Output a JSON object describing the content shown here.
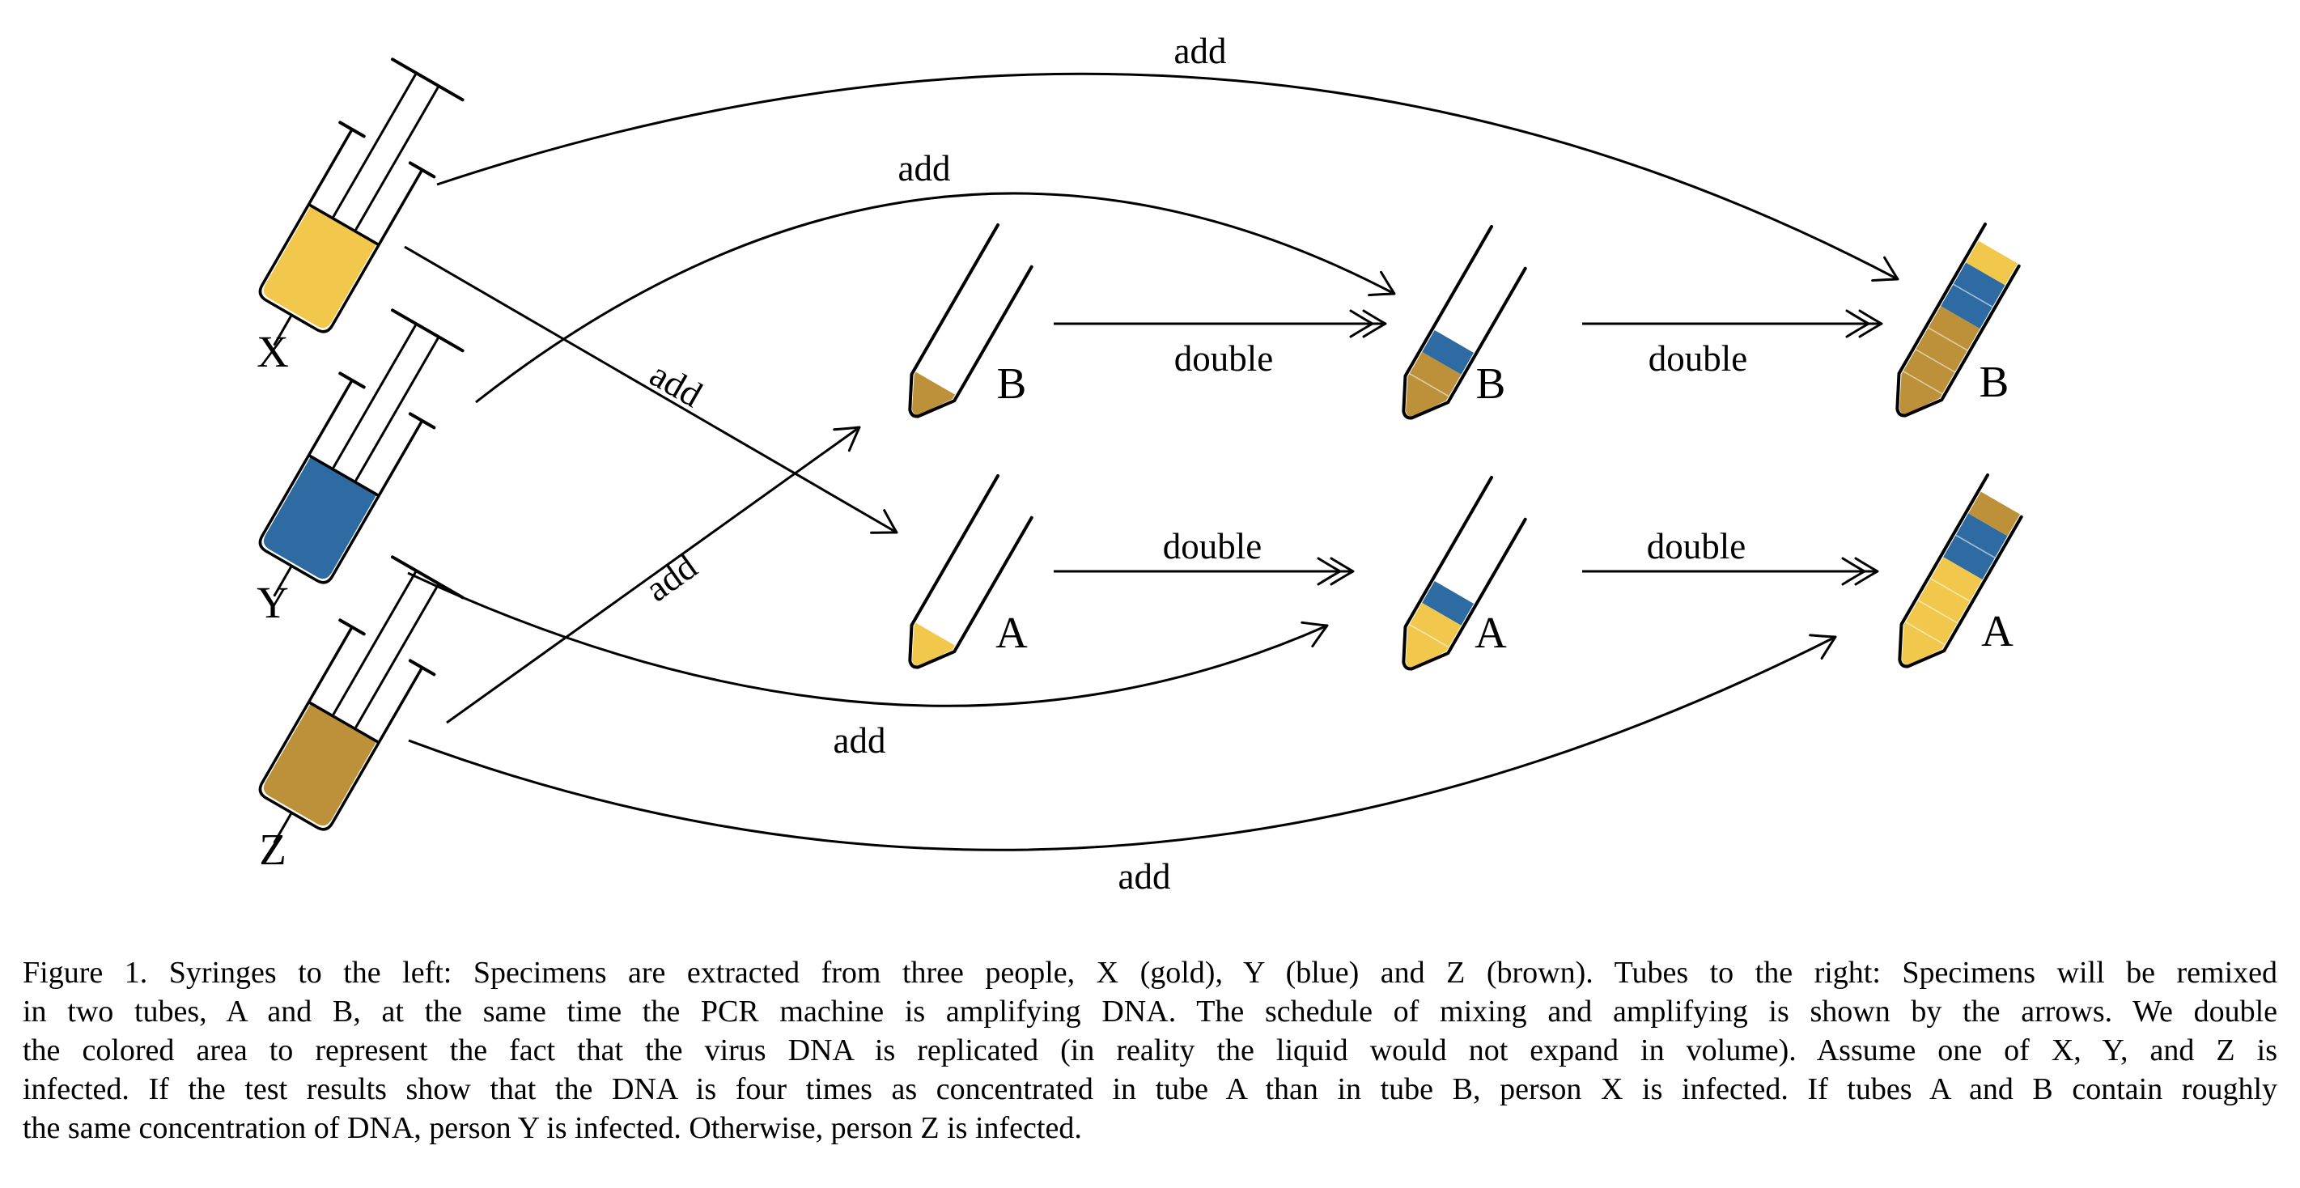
{
  "palette": {
    "gold": "#F2C84C",
    "blue": "#2E6BA3",
    "brown": "#BC9139"
  },
  "diagram": {
    "syringe_labels": {
      "x": "X",
      "y": "Y",
      "z": "Z"
    },
    "syringes": [
      {
        "person": "X",
        "color_name": "gold"
      },
      {
        "person": "Y",
        "color_name": "blue"
      },
      {
        "person": "Z",
        "color_name": "brown"
      }
    ],
    "tube_labels": {
      "b1": "B",
      "a1": "A",
      "b2": "B",
      "a2": "A",
      "b3": "B",
      "a3": "A"
    },
    "tubes": [
      {
        "tube": "B",
        "stage": 1,
        "contents_bottom_to_top": [
          {
            "color_name": "brown",
            "units": 1
          }
        ]
      },
      {
        "tube": "A",
        "stage": 1,
        "contents_bottom_to_top": [
          {
            "color_name": "gold",
            "units": 1
          }
        ]
      },
      {
        "tube": "B",
        "stage": 2,
        "contents_bottom_to_top": [
          {
            "color_name": "brown",
            "units": 2
          },
          {
            "color_name": "blue",
            "units": 1
          }
        ]
      },
      {
        "tube": "A",
        "stage": 2,
        "contents_bottom_to_top": [
          {
            "color_name": "gold",
            "units": 2
          },
          {
            "color_name": "blue",
            "units": 1
          }
        ]
      },
      {
        "tube": "B",
        "stage": 3,
        "contents_bottom_to_top": [
          {
            "color_name": "brown",
            "units": 4
          },
          {
            "color_name": "blue",
            "units": 2
          },
          {
            "color_name": "gold",
            "units": 1
          }
        ]
      },
      {
        "tube": "A",
        "stage": 3,
        "contents_bottom_to_top": [
          {
            "color_name": "gold",
            "units": 4
          },
          {
            "color_name": "blue",
            "units": 2
          },
          {
            "color_name": "brown",
            "units": 1
          }
        ]
      }
    ],
    "arrow_labels": {
      "add": "add",
      "double": "double"
    },
    "schedule": [
      {
        "action": "add",
        "from": "X",
        "to": "tube A stage 1"
      },
      {
        "action": "add",
        "from": "Z",
        "to": "tube B stage 1"
      },
      {
        "action": "double",
        "from": "tube B stage 1",
        "to": "tube B stage 2"
      },
      {
        "action": "double",
        "from": "tube A stage 1",
        "to": "tube A stage 2"
      },
      {
        "action": "add",
        "from": "Y",
        "to": "tube B stage 2"
      },
      {
        "action": "add",
        "from": "Y",
        "to": "tube A stage 2"
      },
      {
        "action": "double",
        "from": "tube B stage 2",
        "to": "tube B stage 3"
      },
      {
        "action": "double",
        "from": "tube A stage 2",
        "to": "tube A stage 3"
      },
      {
        "action": "add",
        "from": "X",
        "to": "tube B stage 3"
      },
      {
        "action": "add",
        "from": "Z",
        "to": "tube A stage 3"
      }
    ]
  },
  "caption": {
    "lines": [
      "Figure 1.   Syringes to the left: Specimens are extracted from three people, X (gold), Y (blue) and Z (brown). Tubes to the right: Specimens will be remixed",
      "in two tubes, A and B, at the same time the PCR machine is amplifying DNA. The schedule of mixing and amplifying is shown by the arrows. We double",
      "the colored area to represent the fact that the virus DNA is replicated (in reality the liquid would not expand in volume). Assume one of X, Y, and Z is",
      "infected. If the test results show that the DNA is four times as concentrated in tube A than in tube B, person X is infected. If tubes A and B contain roughly",
      "the same concentration of DNA, person Y is infected. Otherwise, person Z is infected."
    ]
  }
}
